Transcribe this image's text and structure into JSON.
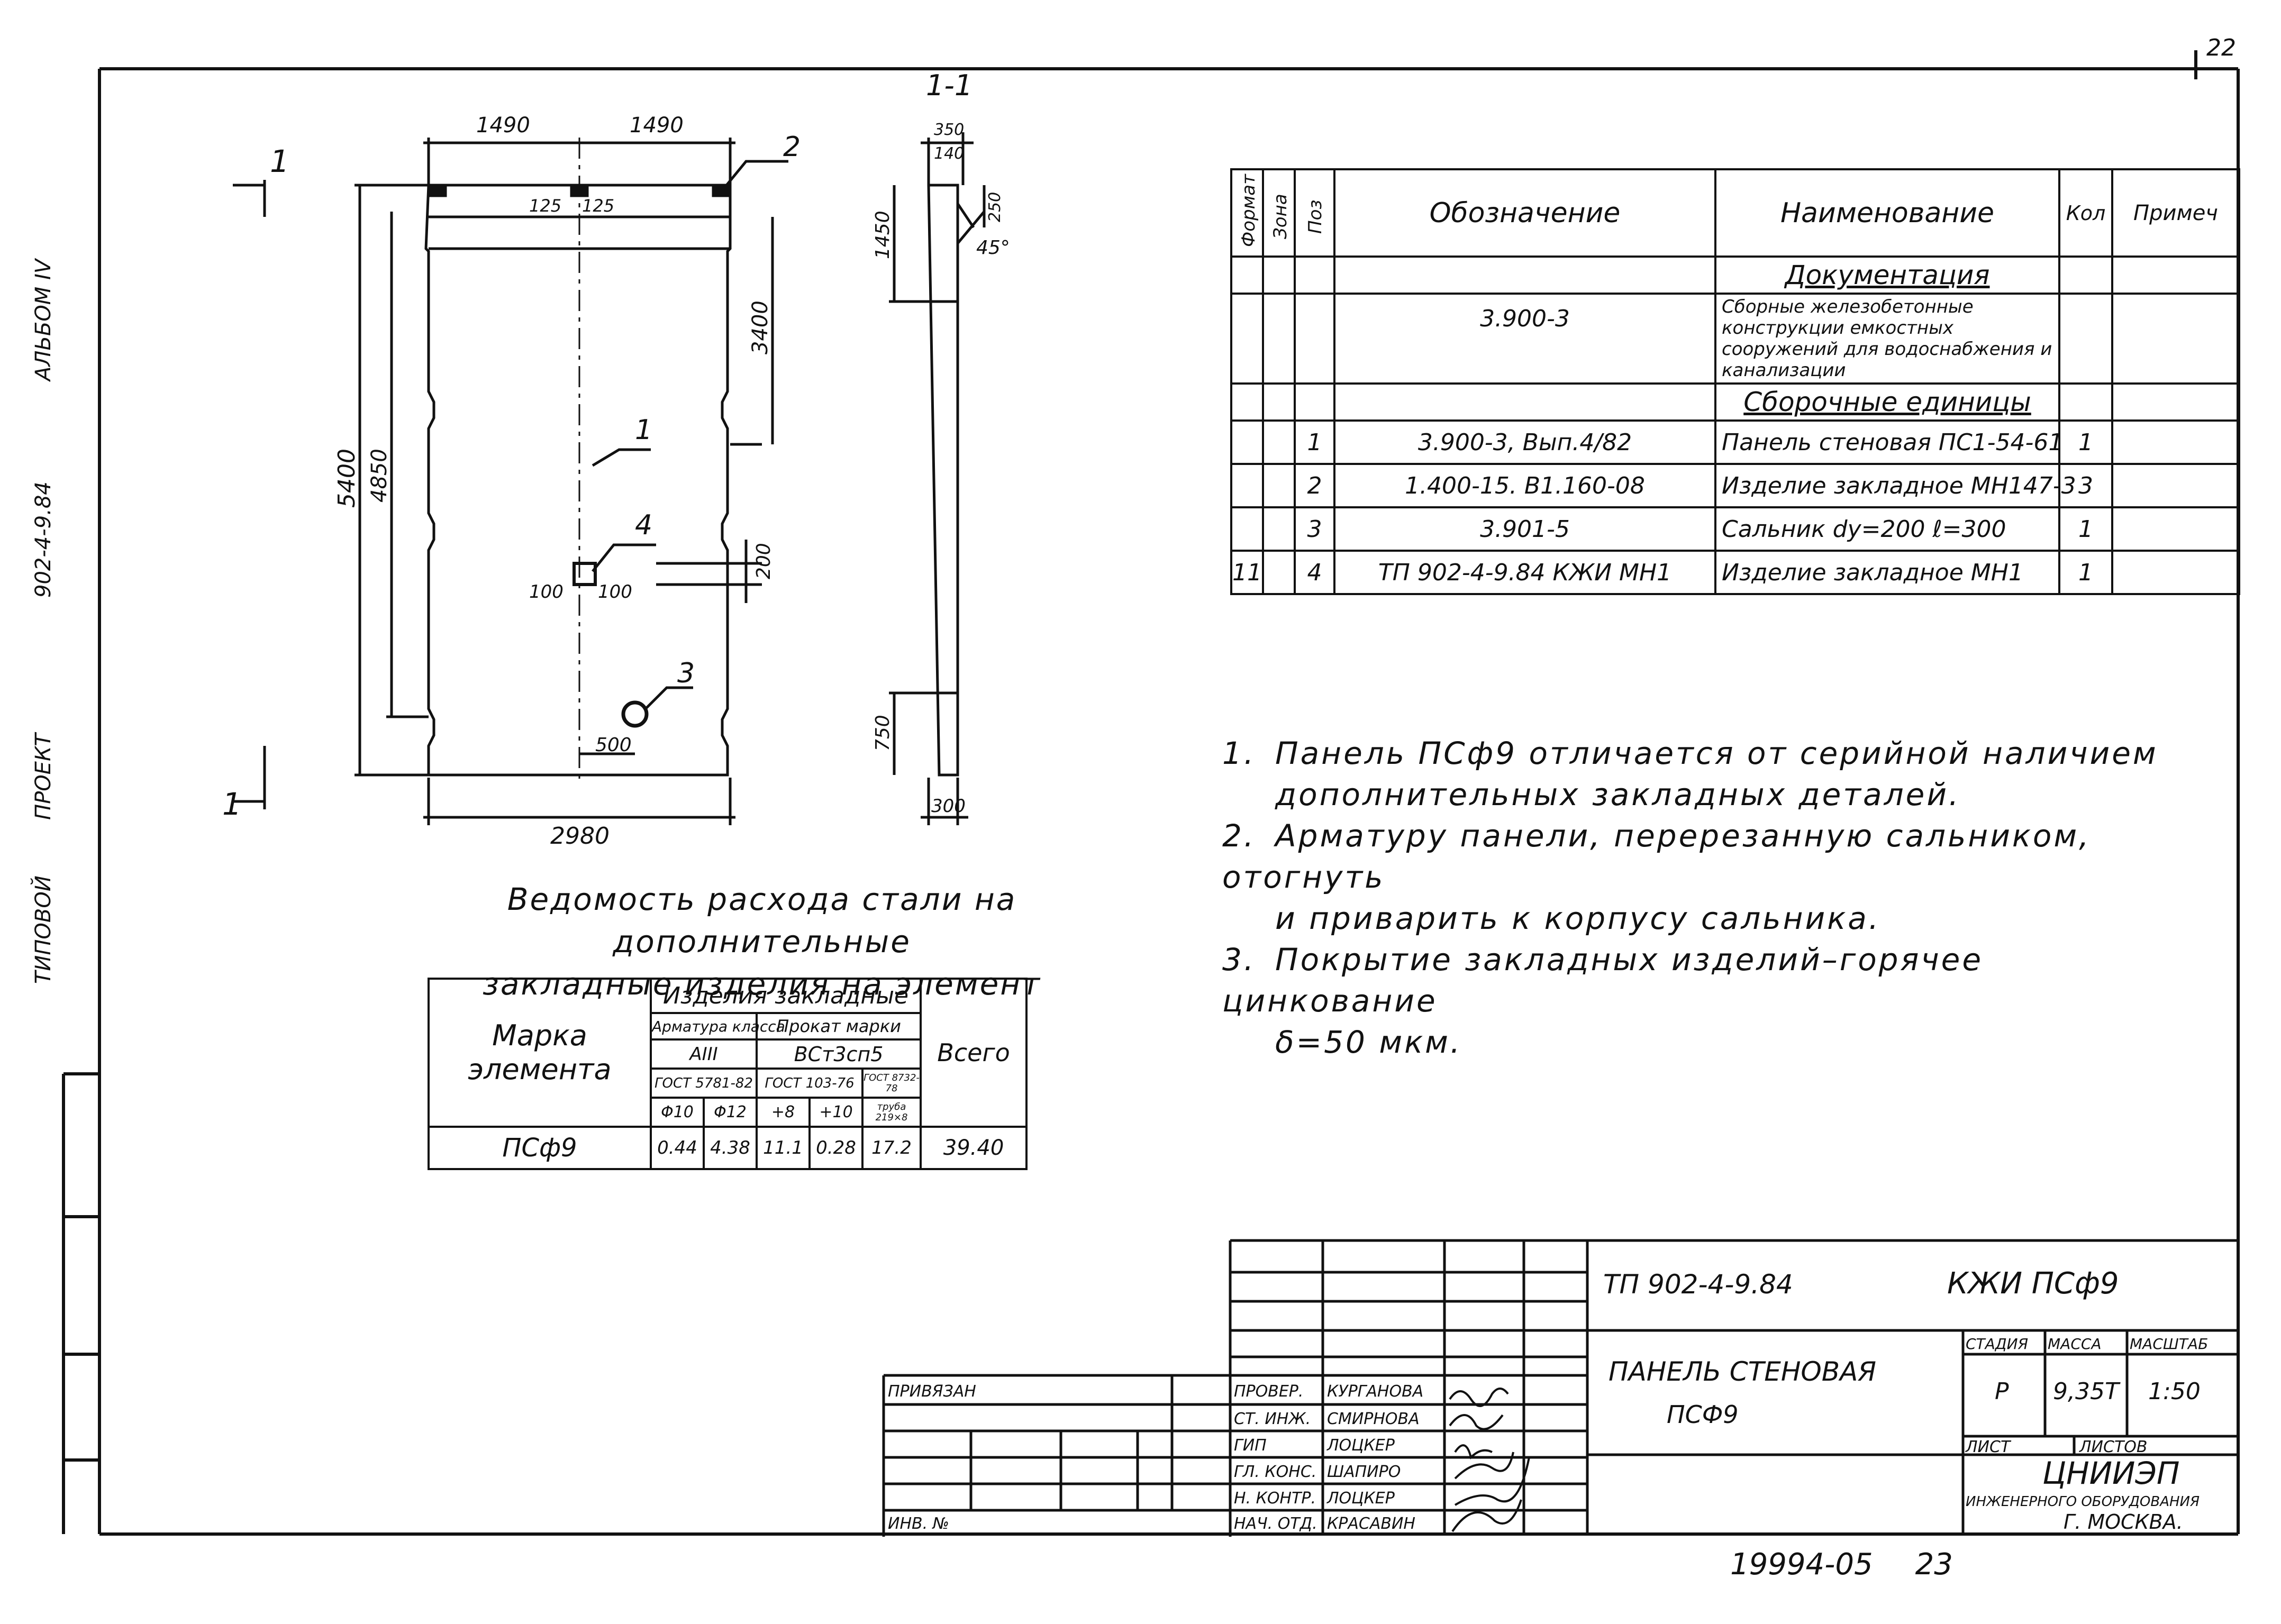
{
  "sheet_corner": "22",
  "margin_labels": [
    "АЛЬБОМ IV",
    "902-4-9.84",
    "ПРОЕКТ",
    "ТИПОВОЙ"
  ],
  "drawing": {
    "section_label": "1-1",
    "section_mark": "1",
    "front_view": {
      "dims_top": [
        "1490",
        "1490"
      ],
      "dims_top_small": [
        "125",
        "125"
      ],
      "height_total": "5400",
      "height_inner": "4850",
      "height_right": "3400",
      "dim_200": "200",
      "dims_mh1": [
        "100",
        "100"
      ],
      "dim_500": "500",
      "width_bottom": "2980",
      "callouts": [
        "1",
        "2",
        "3",
        "4"
      ]
    },
    "side_view": {
      "dims_top": [
        "350",
        "140"
      ],
      "dim_250": "250",
      "angle": "45°",
      "dim_1450": "1450",
      "dim_750": "750",
      "dim_bottom": "300"
    }
  },
  "spec_table": {
    "headers": [
      "Формат",
      "Зона",
      "Поз",
      "Обозначение",
      "Наименование",
      "Кол",
      "Примеч"
    ],
    "rows": [
      {
        "format": "",
        "zone": "",
        "pos": "",
        "designation": "",
        "name": "Документация",
        "qty": "",
        "note": "",
        "section": true
      },
      {
        "format": "",
        "zone": "",
        "pos": "",
        "designation": "3.900-3",
        "name": "Сборные железобетонные конструкции емкостных сооружений для водоснабжения и канализации",
        "qty": "",
        "note": ""
      },
      {
        "format": "",
        "zone": "",
        "pos": "",
        "designation": "",
        "name": "Сборочные единицы",
        "qty": "",
        "note": "",
        "section": true
      },
      {
        "format": "",
        "zone": "",
        "pos": "1",
        "designation": "3.900-3, Вып.4/82",
        "name": "Панель стеновая ПС1-54-61",
        "qty": "1",
        "note": ""
      },
      {
        "format": "",
        "zone": "",
        "pos": "2",
        "designation": "1.400-15. B1.160-08",
        "name": "Изделие закладное МН147-3",
        "qty": "3",
        "note": ""
      },
      {
        "format": "",
        "zone": "",
        "pos": "3",
        "designation": "3.901-5",
        "name": "Сальник dу=200 ℓ=300",
        "qty": "1",
        "note": ""
      },
      {
        "format": "11",
        "zone": "",
        "pos": "4",
        "designation": "ТП 902-4-9.84 КЖИ МН1",
        "name": "Изделие закладное МН1",
        "qty": "1",
        "note": ""
      }
    ]
  },
  "notes": [
    {
      "num": "1.",
      "lines": [
        "Панель ПСф9 отличается от серийной наличием",
        "дополнительных закладных деталей."
      ]
    },
    {
      "num": "2.",
      "lines": [
        "Арматуру панели, перерезанную сальником, отогнуть",
        "и приварить к корпусу сальника."
      ]
    },
    {
      "num": "3.",
      "lines": [
        "Покрытие закладных изделий–горячее цинкование",
        "δ=50 мкм."
      ]
    }
  ],
  "steel": {
    "title": [
      "Ведомость расхода стали на дополнительные",
      "закладные изделия на элемент"
    ],
    "h_mark": "Марка элемента",
    "h_group": "Изделия закладные",
    "h_total": "Всего",
    "h_rebar": "Арматура класса",
    "h_rolled": "Прокат марки",
    "h_aiii": "АIII",
    "h_steel": "ВСт3сп5",
    "h_gost1": "ГОСТ 5781-82",
    "h_gost2": "ГОСТ 103-76",
    "h_gost3": "ГОСТ 8732-78",
    "h_cols": [
      "Φ10",
      "Φ12",
      "+8",
      "+10",
      "труба 219×8"
    ],
    "row": {
      "mark": "ПСф9",
      "values": [
        "0.44",
        "4.38",
        "11.1",
        "0.28",
        "17.2"
      ],
      "total": "39.40"
    }
  },
  "title_block": {
    "code": "ТП 902-4-9.84",
    "mark": "КЖИ ПСф9",
    "name": [
      "ПАНЕЛЬ СТЕНОВАЯ",
      "ПСФ9"
    ],
    "stage_h": "СТАДИЯ",
    "mass_h": "МАССА",
    "scale_h": "МАСШТАБ",
    "stage": "Р",
    "mass": "9,35Т",
    "scale": "1:50",
    "sheet_h": "ЛИСТ",
    "sheets_h": "ЛИСТОВ",
    "org": "ЦНИИЭП",
    "org_sub": "ИНЖЕНЕРНОГО ОБОРУДОВАНИЯ",
    "city": "Г. МОСКВА.",
    "bound": "ПРИВЯЗАН",
    "inv": "ИНВ. №",
    "signers": [
      {
        "role": "ПРОВЕР.",
        "name": "КУРГАНОВА"
      },
      {
        "role": "СТ. ИНЖ.",
        "name": "СМИРНОВА"
      },
      {
        "role": "ГИП",
        "name": "ЛОЦКЕР"
      },
      {
        "role": "ГЛ. КОНС.",
        "name": "ШАПИРО"
      },
      {
        "role": "Н. КОНТР.",
        "name": "ЛОЦКЕР"
      },
      {
        "role": "НАЧ. ОТД.",
        "name": "КРАСАВИН"
      }
    ]
  },
  "footer_num": "19994-05",
  "footer_page": "23"
}
